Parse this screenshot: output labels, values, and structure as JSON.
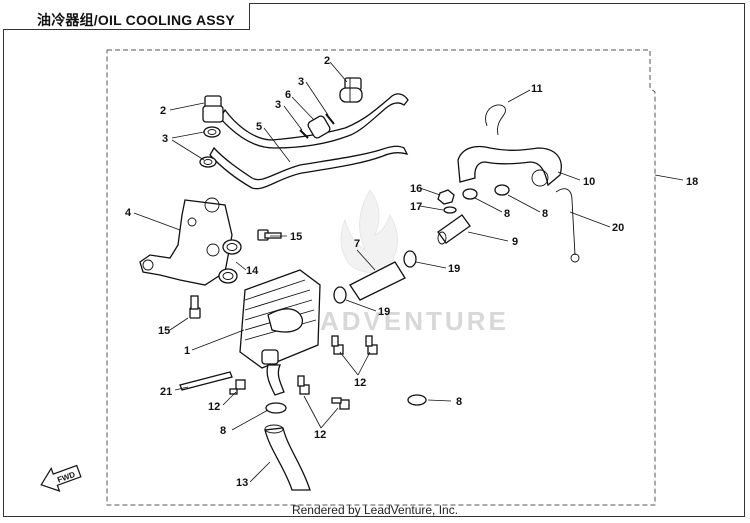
{
  "title": "油冷器组/OIL COOLING ASSY",
  "footer": "Rendered by LeadVenture, Inc.",
  "watermark": "ADVENTURE",
  "fwd_label": "FWD",
  "callouts": {
    "c1": "1",
    "c2a": "2",
    "c2b": "2",
    "c3a": "3",
    "c3b": "3",
    "c3c": "3",
    "c4": "4",
    "c5": "5",
    "c6": "6",
    "c7": "7",
    "c8a": "8",
    "c8b": "8",
    "c8c": "8",
    "c8d": "8",
    "c9": "9",
    "c10": "10",
    "c11": "11",
    "c12a": "12",
    "c12b": "12",
    "c12c": "12",
    "c13": "13",
    "c14": "14",
    "c15a": "15",
    "c15b": "15",
    "c16": "16",
    "c17": "17",
    "c18": "18",
    "c19a": "19",
    "c19b": "19",
    "c20": "20",
    "c21": "21"
  }
}
